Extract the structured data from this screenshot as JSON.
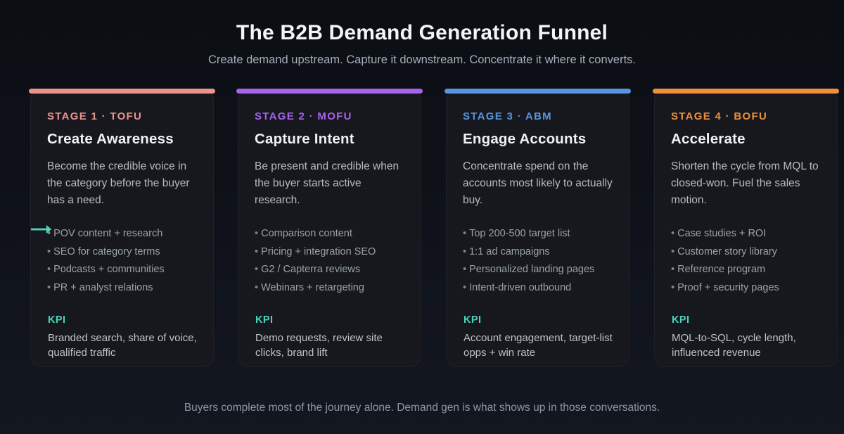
{
  "header": {
    "title": "The B2B Demand Generation Funnel",
    "subtitle": "Create demand upstream. Capture it downstream. Concentrate it where it converts."
  },
  "colors": {
    "background": "#0e1118",
    "card_background": "#16181e",
    "arrow_teal": "#4fd2b8",
    "kpi_teal": "#49d4b9",
    "title_white": "#f3f5f7"
  },
  "icons": {
    "flow_arrow": "right-arrow"
  },
  "stages": [
    {
      "label": "STAGE 1 · TOFU",
      "accent": "#ec938c",
      "title": "Create Awareness",
      "description": "Become the credible voice in the category before the buyer has a need.",
      "bullets": [
        "POV content + research",
        "SEO for category terms",
        "Podcasts + communities",
        "PR + analyst relations"
      ],
      "kpi_label": "KPI",
      "kpi": "Branded search, share of voice, qualified traffic"
    },
    {
      "label": "STAGE 2 · MOFU",
      "accent": "#a763f0",
      "title": "Capture Intent",
      "description": "Be present and credible when the buyer starts active research.",
      "bullets": [
        "Comparison content",
        "Pricing + integration SEO",
        "G2 / Capterra reviews",
        "Webinars + retargeting"
      ],
      "kpi_label": "KPI",
      "kpi": "Demo requests, review site clicks, brand lift"
    },
    {
      "label": "STAGE 3 · ABM",
      "accent": "#5795e2",
      "title": "Engage Accounts",
      "description": "Concentrate spend on the accounts most likely to actually buy.",
      "bullets": [
        "Top 200-500 target list",
        "1:1 ad campaigns",
        "Personalized landing pages",
        "Intent-driven outbound"
      ],
      "kpi_label": "KPI",
      "kpi": "Account engagement, target-list opps + win rate"
    },
    {
      "label": "STAGE 4 · BOFU",
      "accent": "#ef8f3c",
      "title": "Accelerate",
      "description": "Shorten the cycle from MQL to closed-won. Fuel the sales motion.",
      "bullets": [
        "Case studies + ROI",
        "Customer story library",
        "Reference program",
        "Proof + security pages"
      ],
      "kpi_label": "KPI",
      "kpi": "MQL-to-SQL, cycle length, influenced revenue"
    }
  ],
  "footer": {
    "note": "Buyers complete most of the journey alone. Demand gen is what shows up in those conversations."
  }
}
